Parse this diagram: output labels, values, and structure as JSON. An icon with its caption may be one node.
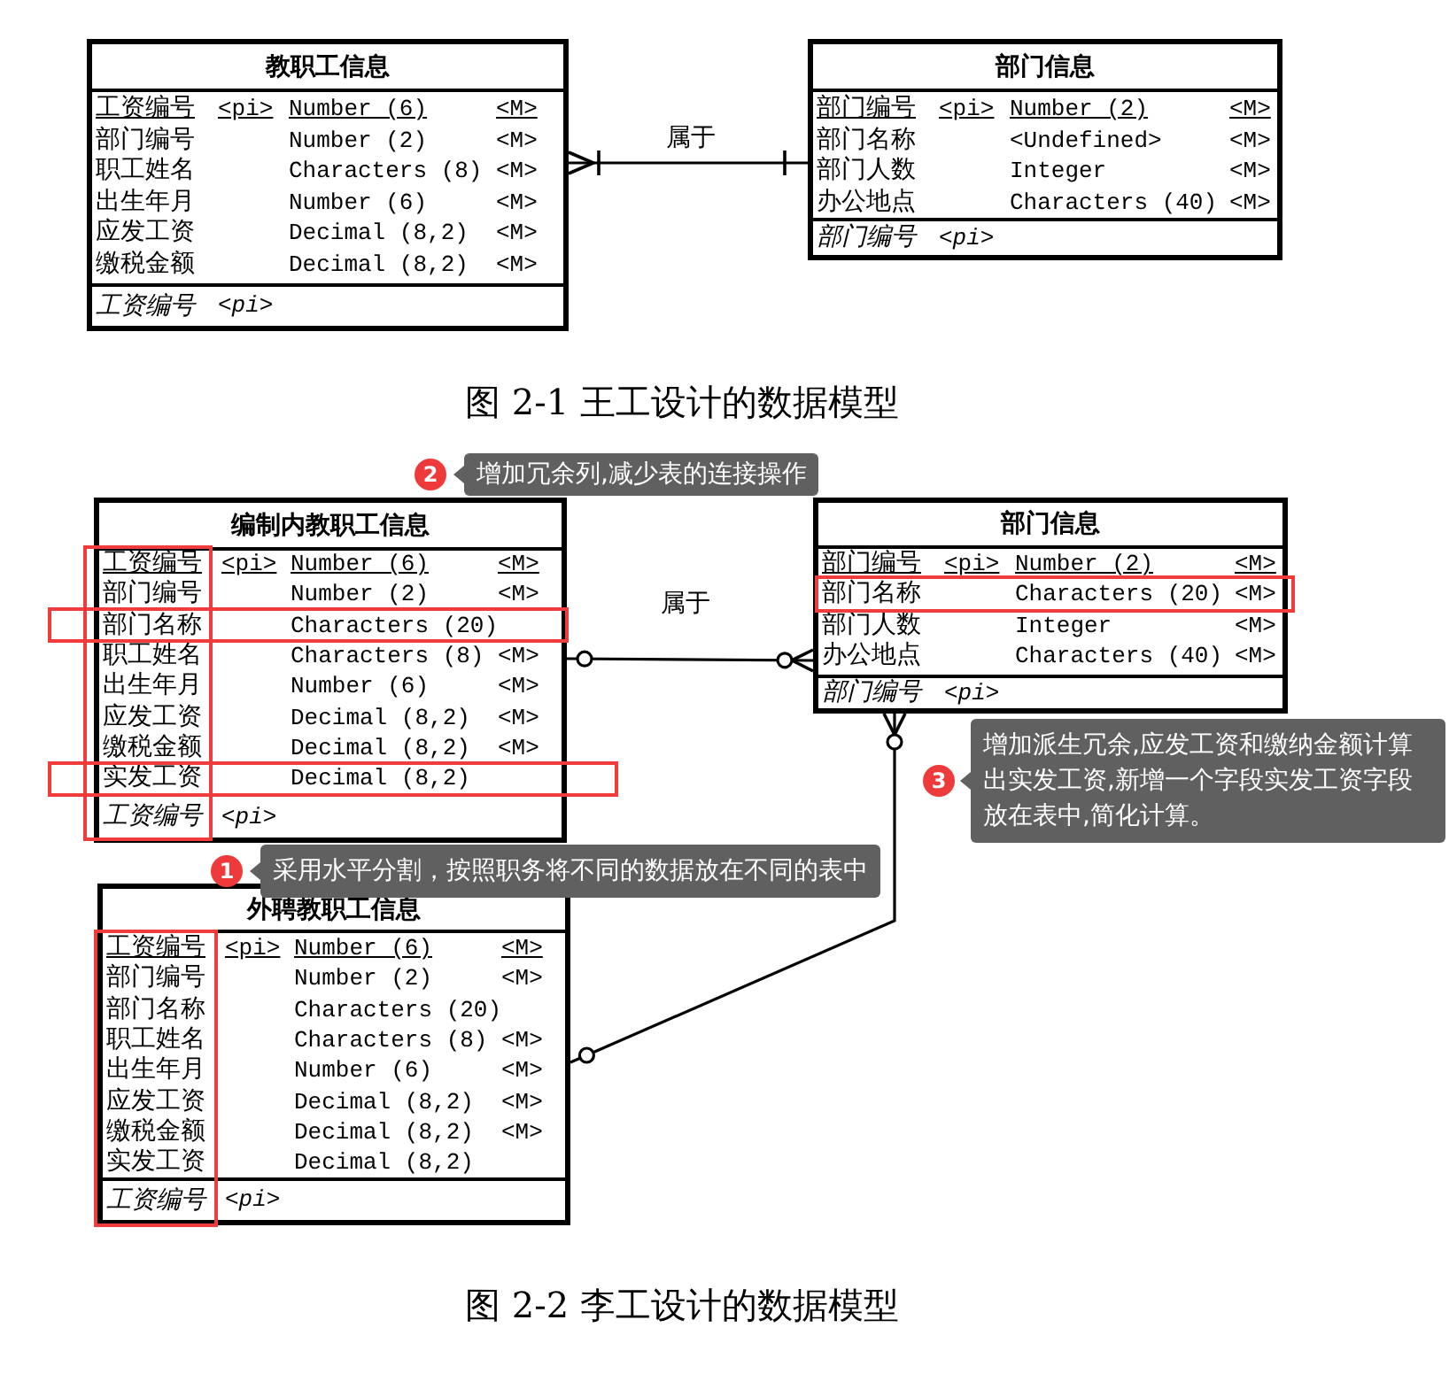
{
  "diagram": {
    "nodes": [
      {
        "text": [
          "教职工信息"
        ]
      },
      {
        "text": [
          "工资编号",
          "<pi>",
          "Number (6)",
          "<M>"
        ],
        "in": 0
      },
      {
        "text": [
          "部门编号",
          "Number (2)",
          "<M>"
        ],
        "in": 0
      },
      {
        "text": [
          "职工姓名",
          "Characters (8)",
          "<M>"
        ],
        "in": 0
      },
      {
        "text": [
          "出生年月",
          "Number (6)",
          "<M>"
        ],
        "in": 0
      },
      {
        "text": [
          "应发工资",
          "Decimal (8,2)",
          "<M>"
        ],
        "in": 0
      },
      {
        "text": [
          "缴税金额",
          "Decimal (8,2)",
          "<M>"
        ],
        "in": 0
      },
      {
        "text": [
          "工资编号",
          "<pi>"
        ],
        "in": 0
      },
      {
        "text": [
          "部门信息"
        ]
      },
      {
        "text": [
          "部门编号",
          "<pi>",
          "Number (2)",
          "<M>"
        ],
        "in": 8
      },
      {
        "text": [
          "部门名称",
          "<Undefined>",
          "<M>"
        ],
        "in": 8
      },
      {
        "text": [
          "部门人数",
          "Integer",
          "<M>"
        ],
        "in": 8
      },
      {
        "text": [
          "办公地点",
          "Characters (40)",
          "<M>"
        ],
        "in": 8
      },
      {
        "text": [
          "部门编号",
          "<pi>"
        ],
        "in": 8
      },
      {
        "text": [
          "编制内教职工信息"
        ]
      },
      {
        "text": [
          "工资编号",
          "<pi>",
          "Number (6)",
          "<M>"
        ],
        "in": 14
      },
      {
        "text": [
          "部门编号",
          "Number (2)",
          "<M>"
        ],
        "in": 14
      },
      {
        "text": [
          "部门名称",
          "Characters (20)"
        ],
        "in": 14
      },
      {
        "text": [
          "职工姓名",
          "Characters (8)",
          "<M>"
        ],
        "in": 14
      },
      {
        "text": [
          "出生年月",
          "Number (6)",
          "<M>"
        ],
        "in": 14
      },
      {
        "text": [
          "应发工资",
          "Decimal (8,2)",
          "<M>"
        ],
        "in": 14
      },
      {
        "text": [
          "缴税金额",
          "Decimal (8,2)",
          "<M>"
        ],
        "in": 14
      },
      {
        "text": [
          "实发工资",
          "Decimal (8,2)"
        ],
        "in": 14
      },
      {
        "text": [
          "工资编号",
          "<pi>"
        ],
        "in": 14
      },
      {
        "text": [
          "部门信息"
        ]
      },
      {
        "text": [
          "部门编号",
          "<pi>",
          "Number (2)",
          "<M>"
        ],
        "in": 24
      },
      {
        "text": [
          "部门名称",
          "Characters (20)",
          "<M>"
        ],
        "in": 24
      },
      {
        "text": [
          "部门人数",
          "Integer",
          "<M>"
        ],
        "in": 24
      },
      {
        "text": [
          "办公地点",
          "Characters (40)",
          "<M>"
        ],
        "in": 24
      },
      {
        "text": [
          "部门编号",
          "<pi>"
        ],
        "in": 24
      },
      {
        "text": [
          "外聘教职工信息"
        ]
      },
      {
        "text": [
          "工资编号",
          "<pi>",
          "Number (6)",
          "<M>"
        ],
        "in": 30
      },
      {
        "text": [
          "部门编号",
          "Number (2)",
          "<M>"
        ],
        "in": 30
      },
      {
        "text": [
          "部门名称",
          "Characters (20)"
        ],
        "in": 30
      },
      {
        "text": [
          "职工姓名",
          "Characters (8)",
          "<M>"
        ],
        "in": 30
      },
      {
        "text": [
          "出生年月",
          "Number (6)",
          "<M>"
        ],
        "in": 30
      },
      {
        "text": [
          "应发工资",
          "Decimal (8,2)",
          "<M>"
        ],
        "in": 30
      },
      {
        "text": [
          "缴税金额",
          "Decimal (8,2)",
          "<M>"
        ],
        "in": 30
      },
      {
        "text": [
          "实发工资",
          "Decimal (8,2)"
        ],
        "in": 30
      },
      {
        "text": [
          "工资编号",
          "<pi>"
        ],
        "in": 30
      },
      {
        "text": [
          "2",
          "增加冗余列,减少表的连接操作"
        ]
      },
      {
        "text": [
          "3",
          "增加派生冗余,应发工资和缴纳金额计算出实发工资,新增一个字段实发工资字段放在表中,简化计算。"
        ]
      },
      {
        "text": [
          "1",
          "采用水平分割，按照职务将不同的数据放在不同的表中"
        ]
      }
    ],
    "edges": [
      {
        "from": 0,
        "to": 8,
        "arrow": "other",
        "label": "属于"
      },
      {
        "from": 14,
        "to": 24,
        "arrow": "other",
        "label": "属于"
      },
      {
        "from": 30,
        "to": 24,
        "arrow": "other"
      }
    ],
    "labels": [
      "图 2-1 王工设计的数据模型",
      "图 2-2 李工设计的数据模型"
    ]
  }
}
